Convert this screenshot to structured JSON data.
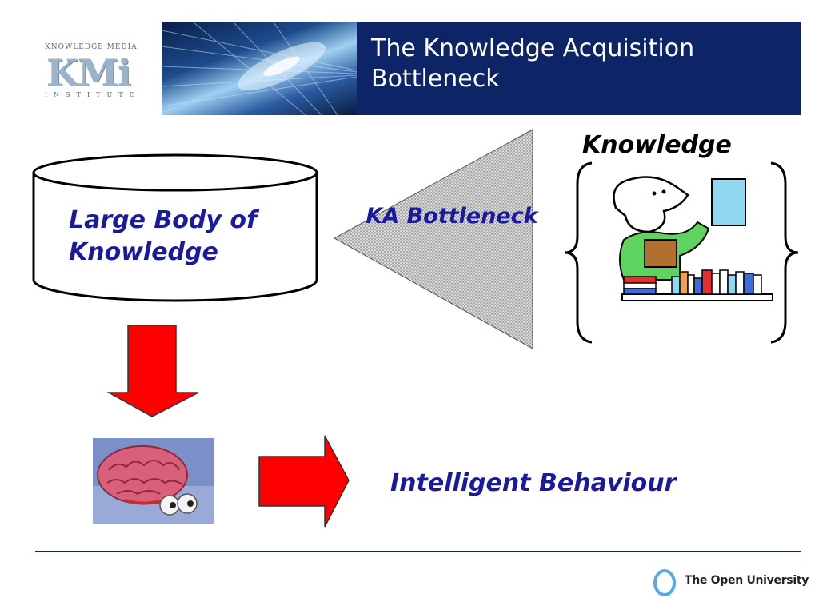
{
  "header": {
    "logo": {
      "top_text": "KNOWLEDGE MEDIA",
      "main_text": "KMi",
      "bottom_text": "INSTITUTE"
    },
    "title": "The Knowledge Acquisition Bottleneck"
  },
  "diagram": {
    "database_label": "Large Body of Knowledge",
    "bottleneck_label": "KA Bottleneck",
    "knowledge_label": "Knowledge",
    "output_label": "Intelligent Behaviour"
  },
  "footer": {
    "university": "The Open University"
  },
  "colors": {
    "title_bg": "#0d2466",
    "text_blue": "#1a1a9c",
    "arrow_red": "#ff0000"
  }
}
